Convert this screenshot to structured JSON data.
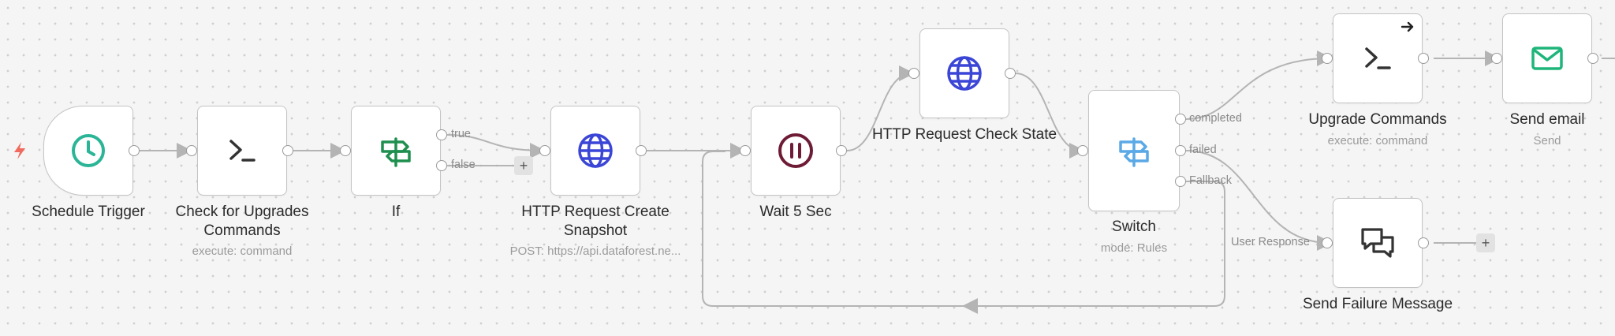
{
  "nodes": {
    "schedule_trigger": {
      "label": "Schedule Trigger",
      "icon": "clock-icon"
    },
    "check_upgrades": {
      "label": "Check for Upgrades Commands",
      "subtitle": "execute: command",
      "icon": "terminal-icon"
    },
    "if": {
      "label": "If",
      "icon": "signpost-icon",
      "true_label": "true",
      "false_label": "false"
    },
    "http_create": {
      "label": "HTTP Request Create Snapshot",
      "subtitle": "POST: https://api.dataforest.ne...",
      "icon": "globe-icon"
    },
    "wait": {
      "label": "Wait 5 Sec",
      "icon": "pause-icon"
    },
    "http_check": {
      "label": "HTTP Request Check State",
      "icon": "globe-icon"
    },
    "switch": {
      "label": "Switch",
      "subtitle": "mode: Rules",
      "icon": "signpost-icon",
      "outputs": [
        "completed",
        "failed",
        "Fallback"
      ]
    },
    "upgrade": {
      "label": "Upgrade Commands",
      "subtitle": "execute: command",
      "icon": "terminal-icon"
    },
    "send_email": {
      "label": "Send email",
      "subtitle": "Send",
      "icon": "mail-icon"
    },
    "send_failure": {
      "label": "Send Failure Message",
      "icon": "chat-icon",
      "input_label": "User Response"
    }
  },
  "add_symbol": "+",
  "colors": {
    "clock": "#2bb596",
    "terminal": "#333333",
    "signpost_if": "#1e8f4e",
    "signpost_switch": "#5aa9e6",
    "globe": "#3b46d6",
    "pause": "#6e1c36",
    "mail": "#1fb57a",
    "wire": "#b4b4b4",
    "trigger_bolt": "#f06b5e"
  }
}
